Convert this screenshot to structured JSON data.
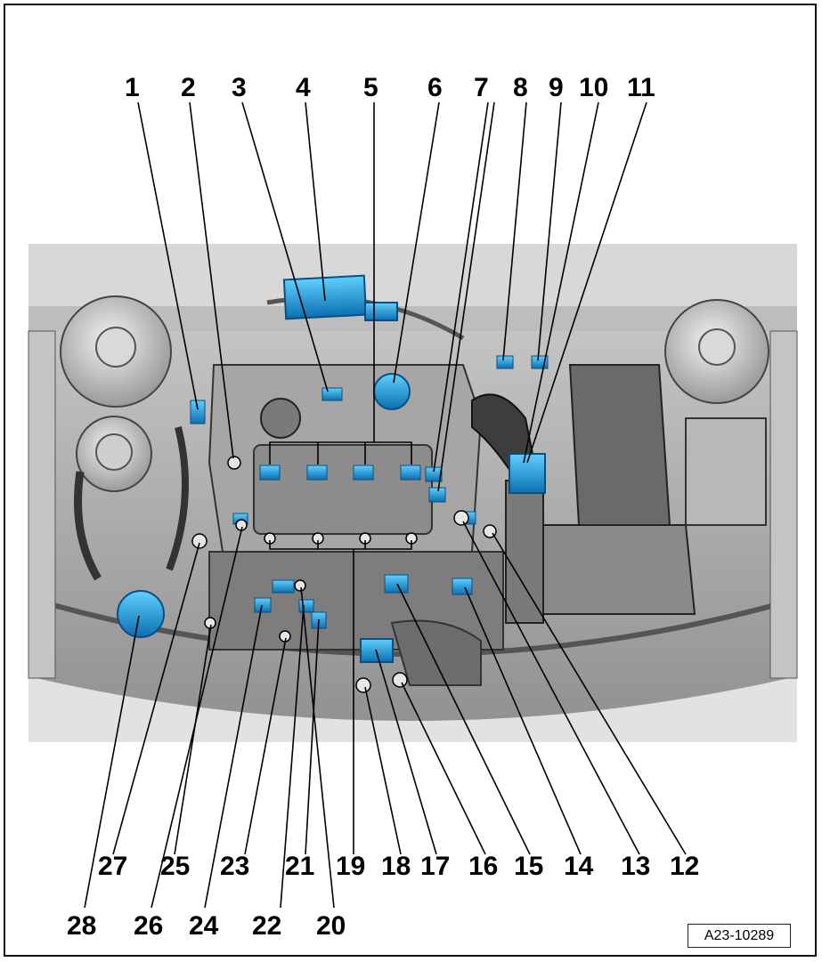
{
  "figure": {
    "reference_code": "A23-10289",
    "callouts_top": [
      "1",
      "2",
      "3",
      "4",
      "5",
      "6",
      "7",
      "8",
      "9",
      "10",
      "11"
    ],
    "callouts_bottom_row1": [
      "27",
      "25",
      "23",
      "21",
      "19",
      "18",
      "17",
      "16",
      "15",
      "14",
      "13",
      "12"
    ],
    "callouts_bottom_row2": [
      "28",
      "26",
      "24",
      "22",
      "20"
    ]
  },
  "colors": {
    "highlight": "#1ea8e0",
    "highlight_dark": "#0b6fb0",
    "engine_gray": "#9a9a9a",
    "line": "#000000"
  }
}
